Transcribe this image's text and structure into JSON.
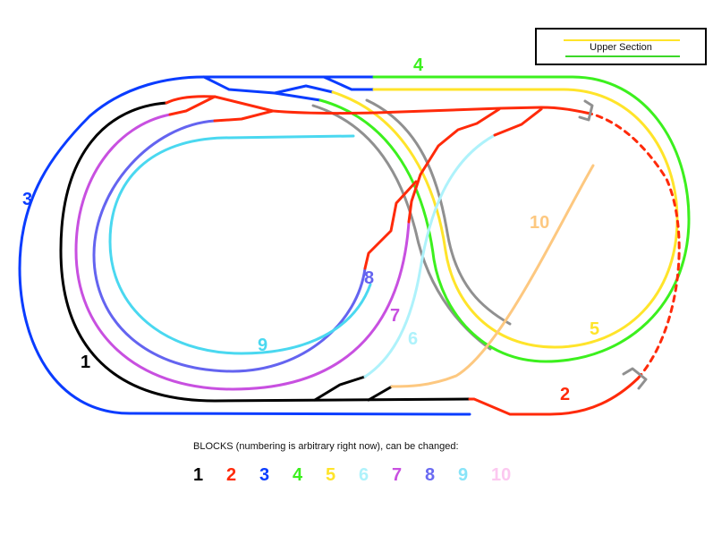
{
  "legend": {
    "title": "Upper Section",
    "upper_color": "#ffe42a",
    "lower_color": "#3cd828"
  },
  "caption": "BLOCKS (numbering is arbitrary right now), can be changed:",
  "blocks": [
    {
      "label": "1",
      "color": "#000000"
    },
    {
      "label": "2",
      "color": "#ff2a0a"
    },
    {
      "label": "3",
      "color": "#0a3cff"
    },
    {
      "label": "4",
      "color": "#3cf01e"
    },
    {
      "label": "5",
      "color": "#ffe42a"
    },
    {
      "label": "6",
      "color": "#aef2fb"
    },
    {
      "label": "7",
      "color": "#c850e0"
    },
    {
      "label": "8",
      "color": "#6a6af2"
    },
    {
      "label": "9",
      "color": "#88e4f8"
    },
    {
      "label": "10",
      "color": "#fcc8f0"
    }
  ],
  "diagram_labels": {
    "b1": "1",
    "b2": "2",
    "b3": "3",
    "b4": "4",
    "b5": "5",
    "b6": "6",
    "b7": "7",
    "b8": "8",
    "b9": "9",
    "b10": "10"
  }
}
